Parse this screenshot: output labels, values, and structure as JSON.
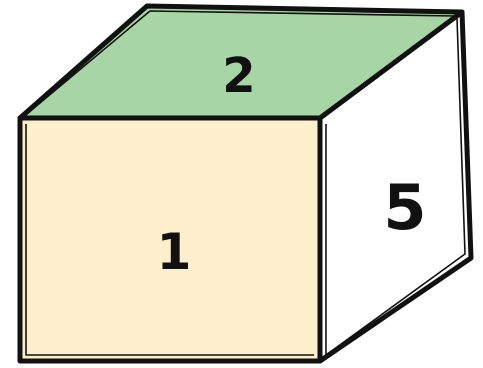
{
  "cube": {
    "faces": [
      {
        "id": "front",
        "number": "1",
        "color": "#fdefcc"
      },
      {
        "id": "top",
        "number": "2",
        "color": "#a8d5a6"
      },
      {
        "id": "right",
        "number": "5",
        "color": "#ffffff"
      }
    ]
  }
}
